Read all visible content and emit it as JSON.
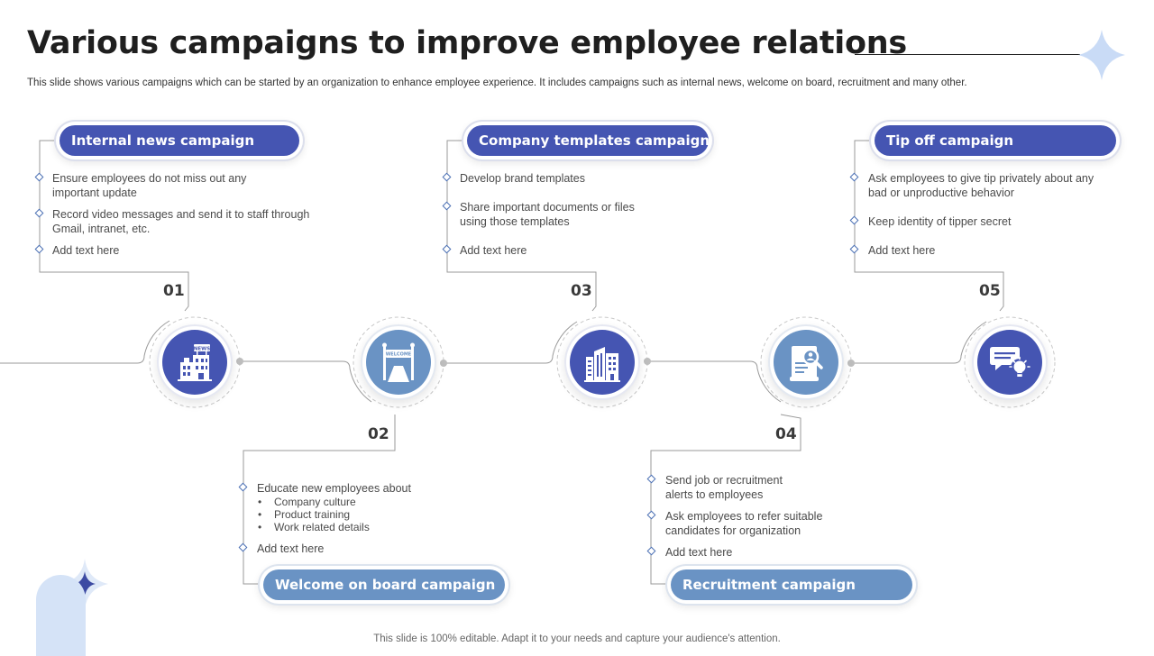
{
  "title": "Various campaigns to improve employee relations",
  "subtitle": "This slide shows various campaigns which can be started by an organization to enhance employee experience. It includes campaigns such as internal news, welcome on board, recruitment and many other.",
  "footer": "This slide is 100% editable. Adapt it to your needs and capture your audience's attention.",
  "colors": {
    "dark": "#4555b2",
    "light": "#6a93c4",
    "line": "#9a9a9a",
    "accent_star": "#c9dbf6"
  },
  "campaigns": [
    {
      "number": "01",
      "title": "Internal news campaign",
      "icon": "news-building-icon",
      "points": [
        {
          "line1": "Ensure employees do not miss out any",
          "line2": "important update"
        },
        {
          "line1": "Record video  messages and send it to staff through",
          "line2": "Gmail, intranet, etc."
        },
        {
          "line1": "Add text here",
          "line2": ""
        }
      ]
    },
    {
      "number": "02",
      "title": "Welcome on board campaign",
      "icon": "welcome-banner-icon",
      "points": [
        {
          "line1": "Educate new employees about",
          "line2": ""
        },
        {
          "line1": "Add text here",
          "line2": ""
        }
      ],
      "subpoints": [
        "Company culture",
        "Product training",
        "Work related details"
      ]
    },
    {
      "number": "03",
      "title": "Company templates campaign",
      "icon": "office-buildings-icon",
      "points": [
        {
          "line1": "Develop  brand templates",
          "line2": ""
        },
        {
          "line1": "Share important documents or files",
          "line2": "using those templates"
        },
        {
          "line1": "Add text here",
          "line2": ""
        }
      ]
    },
    {
      "number": "04",
      "title": "Recruitment campaign",
      "icon": "resume-search-icon",
      "points": [
        {
          "line1": "Send job or recruitment",
          "line2": "alerts to employees"
        },
        {
          "line1": "Ask employees to refer  suitable",
          "line2": "candidates for organization"
        },
        {
          "line1": "Add text here",
          "line2": ""
        }
      ]
    },
    {
      "number": "05",
      "title": "Tip off campaign",
      "icon": "chat-bubble-idea-icon",
      "points": [
        {
          "line1": "Ask employees to give tip privately about any",
          "line2": "bad or unproductive  behavior"
        },
        {
          "line1": "Keep identity of tipper secret",
          "line2": ""
        },
        {
          "line1": "Add text here",
          "line2": ""
        }
      ]
    }
  ]
}
